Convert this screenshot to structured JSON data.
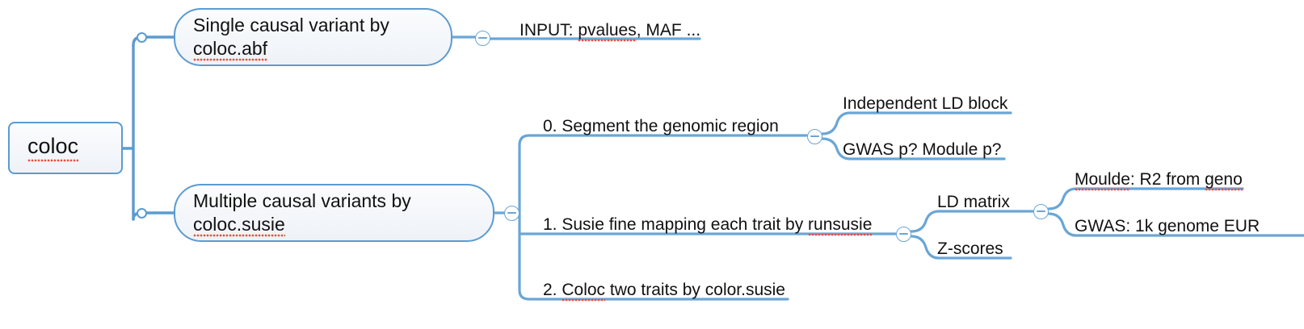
{
  "diagram": {
    "type": "mind-map",
    "title": "coloc",
    "colors": {
      "branch": "#5b9bd0",
      "node_border": "#5b9bd0",
      "node_fill_top": "#fbfcfe",
      "node_fill_bottom": "#eef2f7",
      "text": "#111111",
      "spellcheck_underline": "#ef4b3c",
      "background": "#ffffff"
    },
    "root": {
      "label": "coloc",
      "misspelled": "coloc"
    },
    "branches": [
      {
        "id": "abf",
        "label_line1": "Single causal variant by",
        "label_line2": "coloc.abf",
        "misspelled": "coloc.abf",
        "toggle": "minus",
        "children": [
          {
            "id": "input",
            "label": "INPUT: ",
            "label_misspelled": "pvalues",
            "label_tail": ", MAF ..."
          }
        ]
      },
      {
        "id": "susie",
        "label_line1": "Multiple causal variants by",
        "label_line2": "coloc.susie",
        "misspelled": "coloc.susie",
        "toggle": "minus",
        "children": [
          {
            "id": "segment",
            "label": "0. Segment the genomic region",
            "toggle": "minus",
            "children": [
              {
                "id": "ld-block",
                "label": "Independent LD block"
              },
              {
                "id": "gwas-module-p",
                "label": "GWAS p? Module p?"
              }
            ]
          },
          {
            "id": "finemap",
            "label_head": "1. Susie fine mapping each trait by ",
            "label_misspelled": "runsusie",
            "toggle": "minus",
            "children": [
              {
                "id": "ld-matrix",
                "label": "LD matrix",
                "toggle": "minus",
                "children": [
                  {
                    "id": "moulde-r2",
                    "label_a": "Moulde",
                    "label_b": ": R2 from ",
                    "label_c": "geno"
                  },
                  {
                    "id": "gwas-1k",
                    "label": "GWAS: 1k genome EUR"
                  }
                ]
              },
              {
                "id": "z-scores",
                "label": "Z-scores"
              }
            ]
          },
          {
            "id": "coloc-two-traits",
            "label_head": "2. ",
            "label_misspelled": "Coloc",
            "label_tail": " two traits by color.susie"
          }
        ]
      }
    ]
  }
}
